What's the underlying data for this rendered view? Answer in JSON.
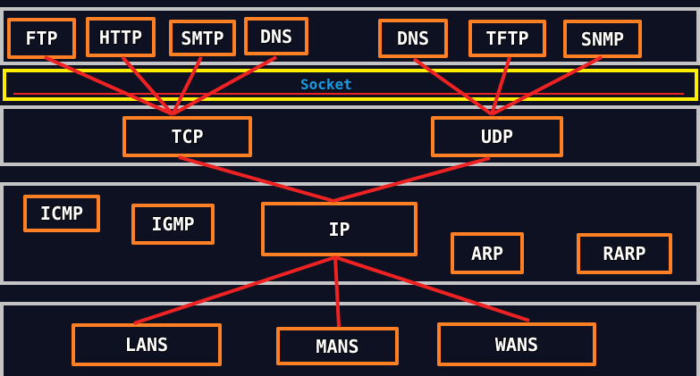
{
  "socket": "Socket",
  "application": [
    "FTP",
    "HTTP",
    "SMTP",
    "DNS",
    "DNS",
    "TFTP",
    "SNMP"
  ],
  "transport": [
    "TCP",
    "UDP"
  ],
  "network": [
    "ICMP",
    "IGMP",
    "IP",
    "ARP",
    "RARP"
  ],
  "link": [
    "LANS",
    "MANS",
    "WANS"
  ],
  "colors": {
    "background": "#0e1122",
    "layer_border": "#c4c4c4",
    "box_border": "#ff7f24",
    "socket_border": "#ffee00",
    "socket_text": "#1a9be0",
    "connector": "#ee2222"
  }
}
